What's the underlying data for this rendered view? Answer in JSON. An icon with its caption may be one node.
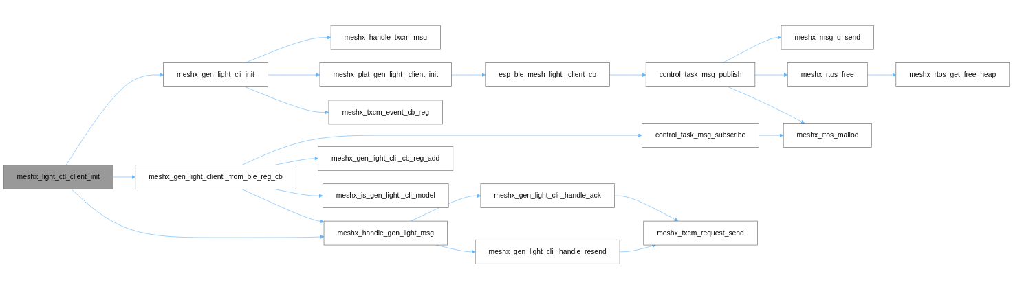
{
  "diagram": {
    "nodes": [
      {
        "text": [
          "meshx_light_ctl_client_init"
        ]
      },
      {
        "text": [
          "meshx_gen_light_cli_init"
        ]
      },
      {
        "text": [
          "meshx_handle_txcm_msg"
        ]
      },
      {
        "text": [
          "meshx_plat_gen_light _client_init"
        ]
      },
      {
        "text": [
          "esp_ble_mesh_light _client_cb"
        ]
      },
      {
        "text": [
          "control_task_msg_publish"
        ]
      },
      {
        "text": [
          "meshx_msg_q_send"
        ]
      },
      {
        "text": [
          "meshx_rtos_free"
        ]
      },
      {
        "text": [
          "meshx_rtos_get_free_heap"
        ]
      },
      {
        "text": [
          "meshx_rtos_malloc"
        ]
      },
      {
        "text": [
          "meshx_txcm_event_cb_reg"
        ]
      },
      {
        "text": [
          "meshx_gen_light_client _from_ble_reg_cb"
        ]
      },
      {
        "text": [
          "control_task_msg_subscribe"
        ]
      },
      {
        "text": [
          "meshx_gen_light_cli _cb_reg_add"
        ]
      },
      {
        "text": [
          "meshx_is_gen_light _cli_model"
        ]
      },
      {
        "text": [
          "meshx_handle_gen_light_msg"
        ]
      },
      {
        "text": [
          "meshx_gen_light_cli _handle_ack"
        ]
      },
      {
        "text": [
          "meshx_txcm_request_send"
        ]
      },
      {
        "text": [
          "meshx_gen_light_cli _handle_resend"
        ]
      }
    ],
    "edges": [
      {
        "from": 0,
        "to": 1,
        "arrow": "to"
      },
      {
        "from": 0,
        "to": 11,
        "arrow": "to"
      },
      {
        "from": 0,
        "to": 15,
        "arrow": "to"
      },
      {
        "from": 1,
        "to": 2,
        "arrow": "to"
      },
      {
        "from": 1,
        "to": 3,
        "arrow": "to"
      },
      {
        "from": 1,
        "to": 10,
        "arrow": "to"
      },
      {
        "from": 3,
        "to": 4,
        "arrow": "to"
      },
      {
        "from": 4,
        "to": 5,
        "arrow": "to"
      },
      {
        "from": 5,
        "to": 6,
        "arrow": "to"
      },
      {
        "from": 5,
        "to": 7,
        "arrow": "to"
      },
      {
        "from": 5,
        "to": 9,
        "arrow": "to"
      },
      {
        "from": 7,
        "to": 8,
        "arrow": "to"
      },
      {
        "from": 11,
        "to": 12,
        "arrow": "to"
      },
      {
        "from": 11,
        "to": 13,
        "arrow": "to"
      },
      {
        "from": 11,
        "to": 14,
        "arrow": "to"
      },
      {
        "from": 11,
        "to": 15,
        "arrow": "to"
      },
      {
        "from": 12,
        "to": 9,
        "arrow": "to"
      },
      {
        "from": 15,
        "to": 16,
        "arrow": "to"
      },
      {
        "from": 15,
        "to": 18,
        "arrow": "to"
      },
      {
        "from": 16,
        "to": 17,
        "arrow": "to"
      },
      {
        "from": 18,
        "to": 17,
        "arrow": "to"
      }
    ]
  }
}
